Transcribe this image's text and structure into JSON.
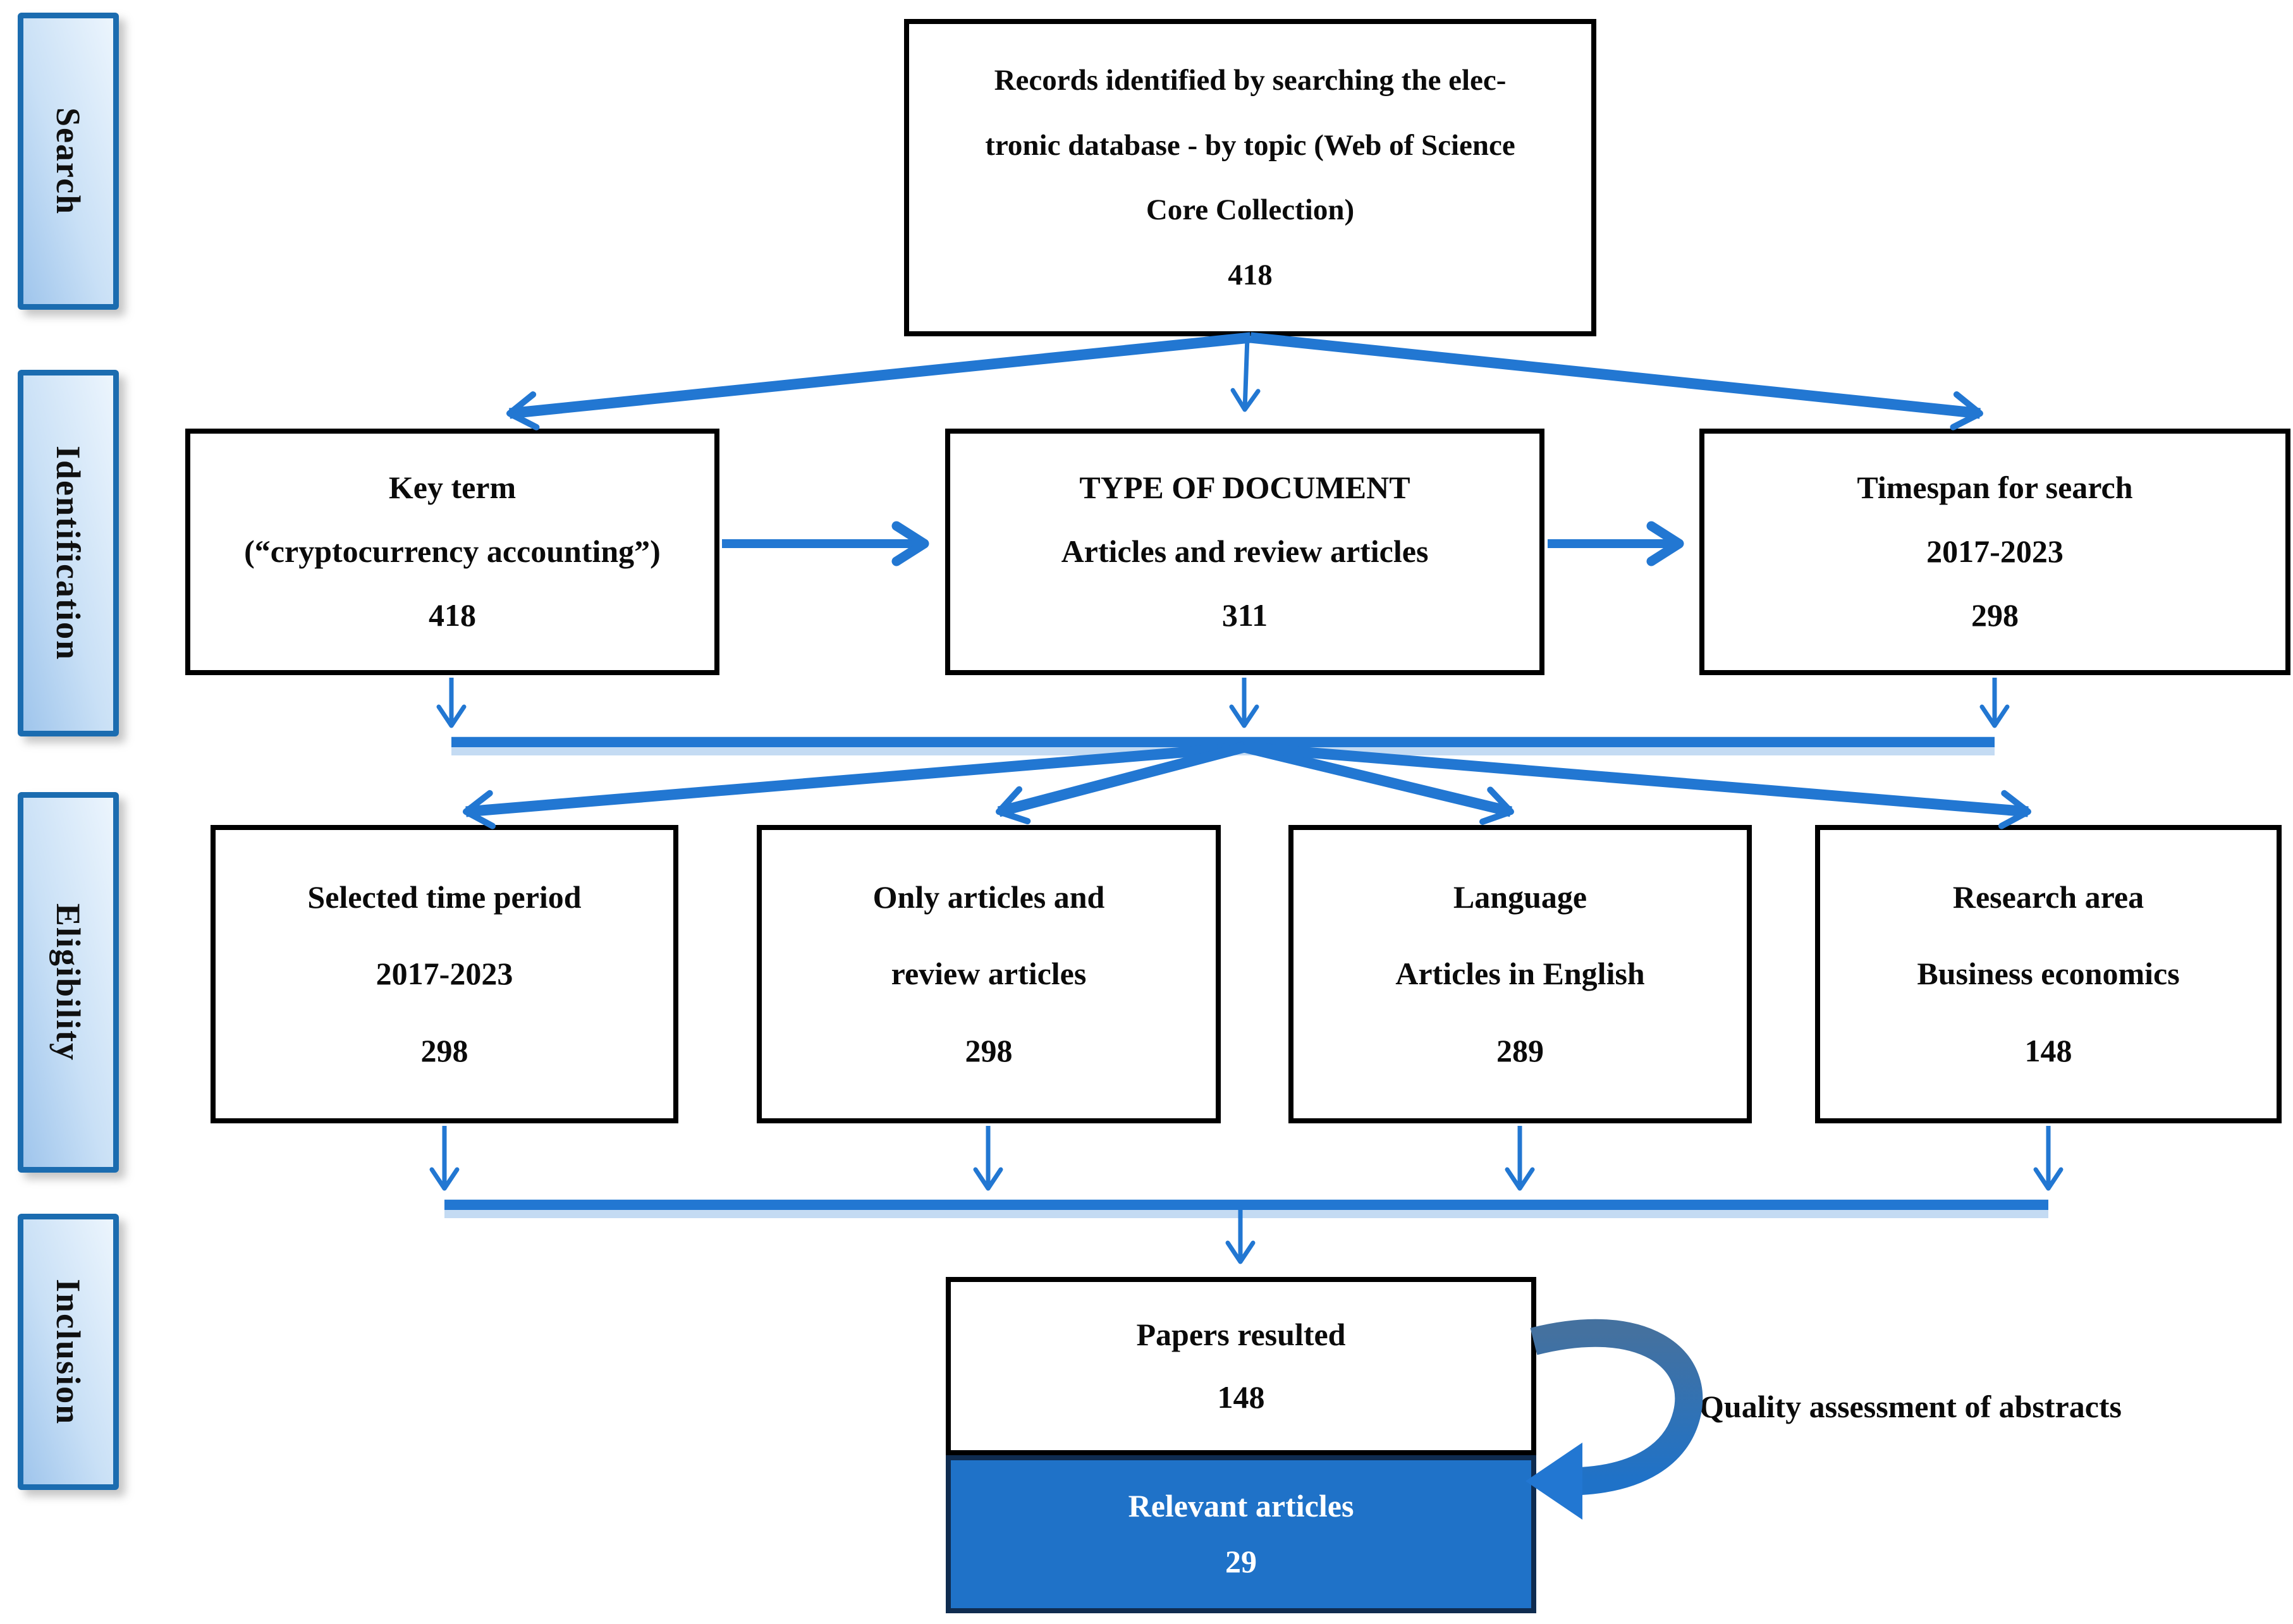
{
  "stages": [
    {
      "label": "Search"
    },
    {
      "label": "Identification"
    },
    {
      "label": "Eligibility"
    },
    {
      "label": "Inclusion"
    }
  ],
  "boxes": {
    "records": {
      "lines": [
        "Records identified by searching the elec-",
        "tronic database - by topic (Web of Science",
        "Core Collection)"
      ],
      "count": "418"
    },
    "key_term": {
      "lines": [
        "Key term",
        "(“cryptocurrency accounting”)"
      ],
      "count": "418"
    },
    "type_document": {
      "lines": [
        "TYPE OF DOCUMENT",
        "Articles and review articles"
      ],
      "count": "311"
    },
    "timespan": {
      "lines": [
        "Timespan for search",
        "2017-2023"
      ],
      "count": "298"
    },
    "selected_time": {
      "lines": [
        "Selected time period",
        "2017-2023"
      ],
      "count": "298"
    },
    "only_articles": {
      "lines": [
        "Only articles and",
        "review articles"
      ],
      "count": "298"
    },
    "language": {
      "lines": [
        "Language",
        "Articles in English"
      ],
      "count": "289"
    },
    "research_area": {
      "lines": [
        "Research area",
        "Business economics"
      ],
      "count": "148"
    },
    "papers_resulted": {
      "lines": [
        "Papers resulted"
      ],
      "count": "148"
    },
    "relevant_articles": {
      "lines": [
        "Relevant articles"
      ],
      "count": "29"
    }
  },
  "annotation": {
    "quality_label": "Quality assessment of abstracts"
  },
  "colors": {
    "arrow_blue": "#2277d2",
    "accent_box_fill": "#1f72c8",
    "accent_box_border": "#0f2c50",
    "sidebar_border": "#1b6cb0",
    "sidebar_fill_dark": "#9fc5ec",
    "sidebar_fill_light": "#ecf5fd",
    "box_border": "#000000"
  }
}
